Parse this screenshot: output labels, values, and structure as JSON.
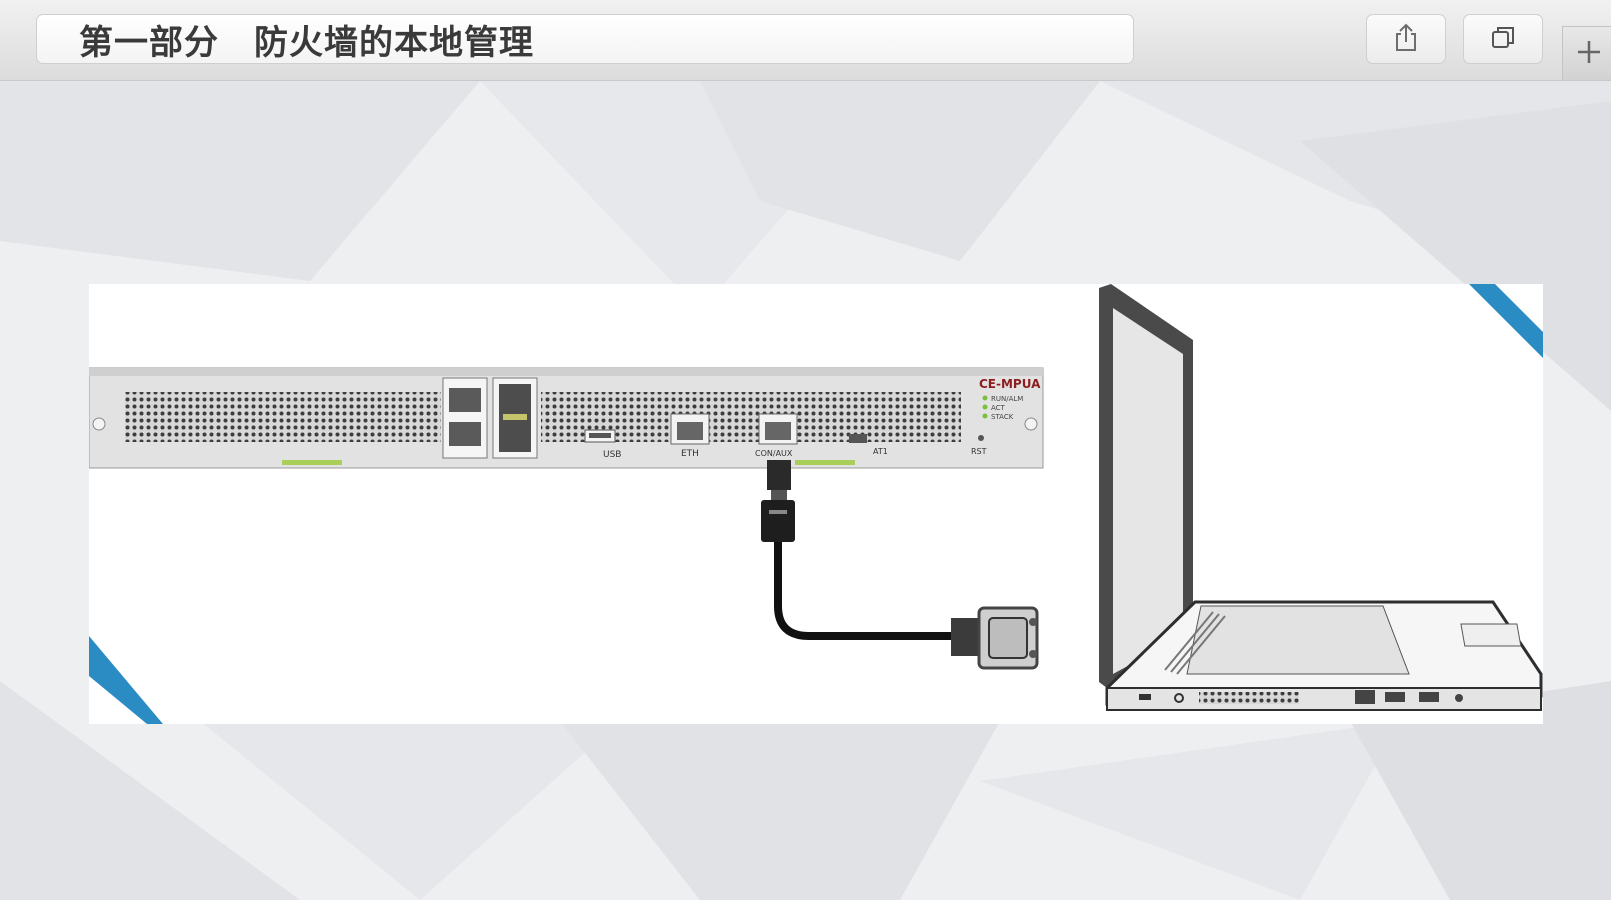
{
  "toolbar": {
    "title": "第一部分　防火墙的本地管理",
    "share_icon": "share-icon",
    "tabs_icon": "tabs-overview-icon",
    "new_tab_icon": "plus-icon"
  },
  "diagram": {
    "device_model": "CE-MPUA",
    "status_leds": [
      "RUN/ALM",
      "ACT",
      "STACK"
    ],
    "port_labels": {
      "usb": "USB",
      "eth": "ETH",
      "console": "CON/AUX",
      "mini_usb": "AT1",
      "reset": "RST"
    }
  },
  "colors": {
    "accent_blue": "#2b8cc4",
    "cable": "#111111",
    "laptop_body": "#e6e6e6"
  }
}
